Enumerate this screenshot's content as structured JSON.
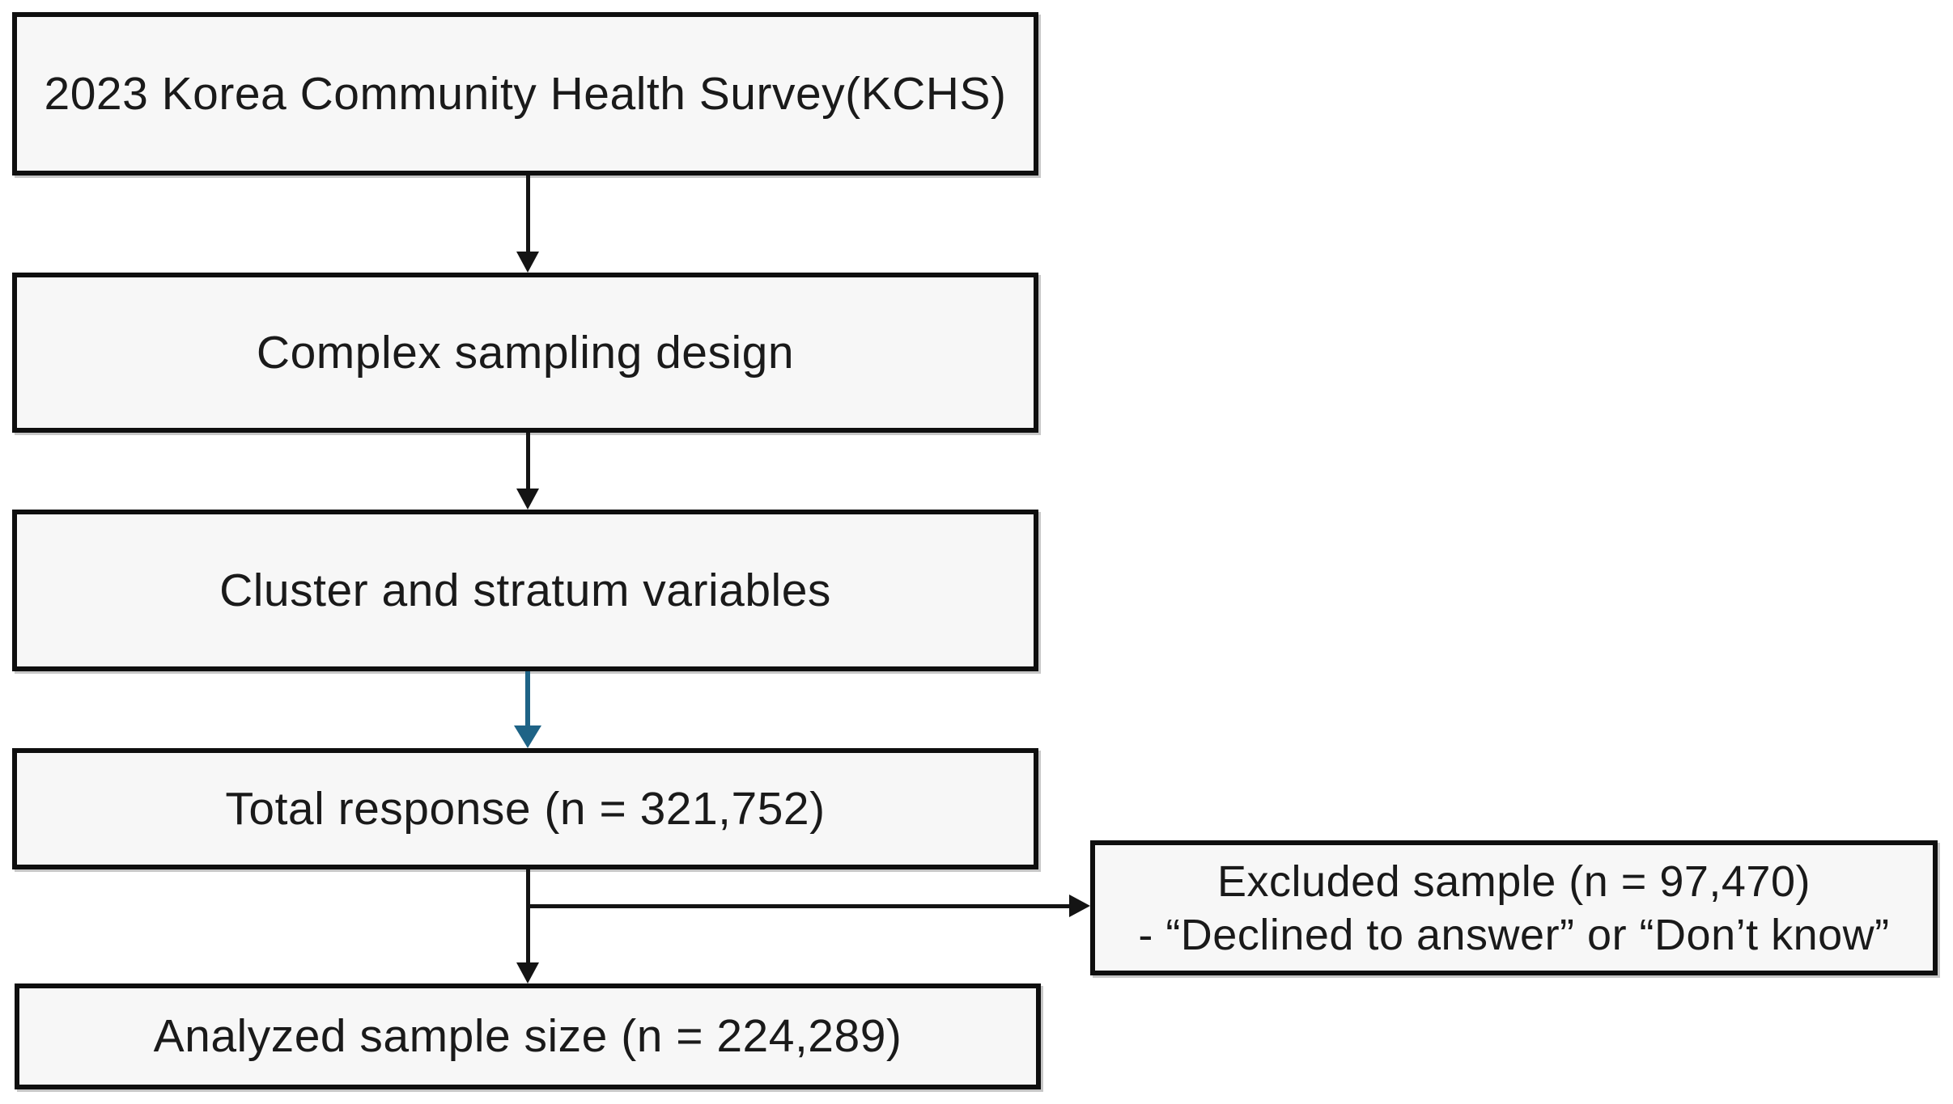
{
  "colors": {
    "box_fill": "#f7f7f7",
    "box_border": "#0f0f0f",
    "connector_black": "#141414",
    "connector_blue": "#1e6386",
    "text_color": "#1a1a1a"
  },
  "flow_boxes": [
    {
      "id": "kchs",
      "label": "2023 Korea Community Health Survey(KCHS)"
    },
    {
      "id": "sampling-design",
      "label": "Complex sampling design"
    },
    {
      "id": "cluster-stratum",
      "label": "Cluster and stratum variables"
    },
    {
      "id": "total-response",
      "label": "Total response (n = 321,752)"
    },
    {
      "id": "analyzed-sample",
      "label": "Analyzed sample size (n = 224,289)"
    }
  ],
  "excluded_box": {
    "line1": "Excluded sample (n = 97,470)",
    "line2": "- “Declined to answer” or “Don’t know”"
  }
}
